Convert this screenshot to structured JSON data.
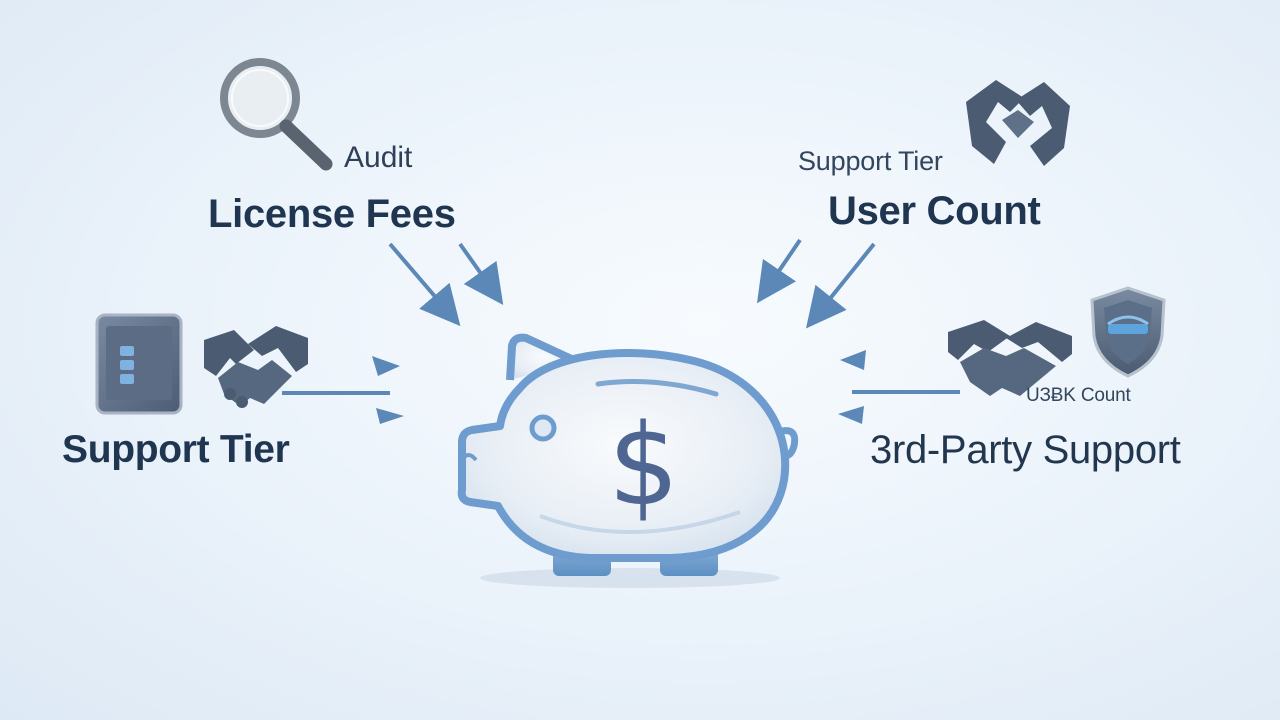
{
  "diagram": {
    "center": {
      "icon": "piggy-bank-icon",
      "symbol": "$"
    },
    "top_left": {
      "icon": "magnifier-icon",
      "small_label": "Audit",
      "main_label": "License Fees"
    },
    "top_right": {
      "icon": "handshake-icon",
      "small_label": "Support Tier",
      "main_label": "User Count"
    },
    "left": {
      "icons": [
        "tablet-icon",
        "handshake-icon"
      ],
      "main_label": "Support Tier"
    },
    "right": {
      "icons": [
        "handshake-icon",
        "shield-icon"
      ],
      "small_label": "UЗɃK Count",
      "main_label": "3rd-Party Support"
    }
  },
  "colors": {
    "text_dark": "#1f3550",
    "icon_slate": "#475b75",
    "arrow_blue": "#5b88b7",
    "piggy_outline": "#6f9ccf",
    "piggy_fill": "#eef3f8",
    "dollar": "#4e6691"
  }
}
